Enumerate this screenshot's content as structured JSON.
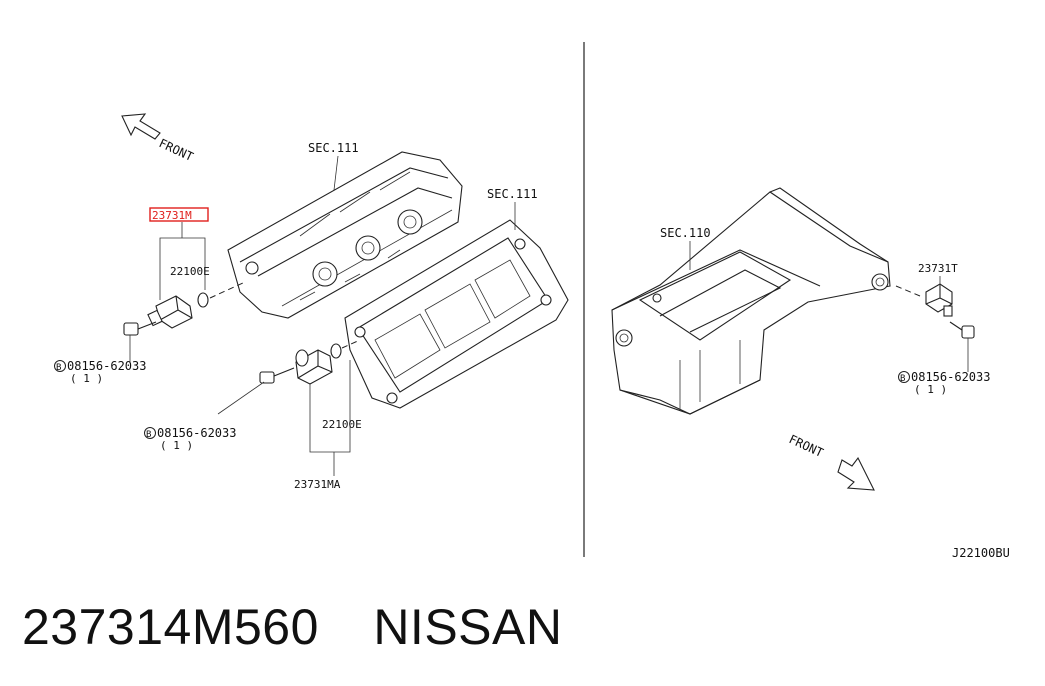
{
  "diagram": {
    "front_left": "FRONT",
    "front_right": "FRONT",
    "sec_head_a": "SEC.111",
    "sec_head_b": "SEC.111",
    "sec_oilpan": "SEC.110",
    "part_highlight": "23731M",
    "part_oring_1": "22100E",
    "part_oring_2": "22100E",
    "part_sensor_ma": "23731MA",
    "part_sensor_t": "23731T",
    "bolt_1": "08156-62033",
    "bolt_1_qty": "( 1 )",
    "bolt_2": "08156-62033",
    "bolt_2_qty": "( 1 )",
    "bolt_3": "08156-62033",
    "bolt_3_qty": "( 1 )",
    "bolt_marker": "B",
    "figure_code": "J22100BU",
    "highlight_color": "#e0201c"
  },
  "caption": {
    "part_number": "237314M560",
    "brand": "NISSAN"
  }
}
